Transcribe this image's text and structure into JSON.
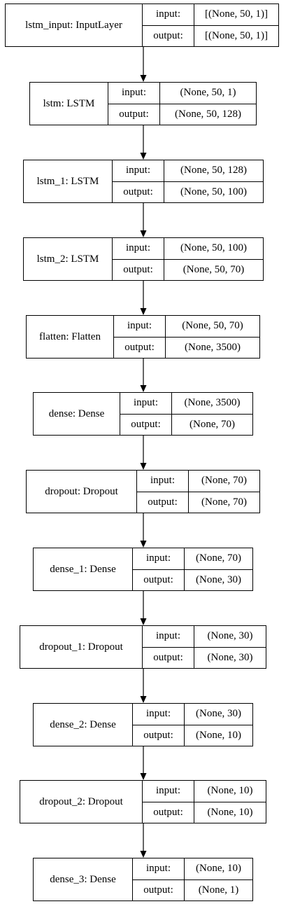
{
  "layers": [
    {
      "name": "lstm_input: InputLayer",
      "input_label": "input:",
      "output_label": "output:",
      "input_shape": "[(None, 50, 1)]",
      "output_shape": "[(None, 50, 1)]"
    },
    {
      "name": "lstm: LSTM",
      "input_label": "input:",
      "output_label": "output:",
      "input_shape": "(None, 50, 1)",
      "output_shape": "(None, 50, 128)"
    },
    {
      "name": "lstm_1: LSTM",
      "input_label": "input:",
      "output_label": "output:",
      "input_shape": "(None, 50, 128)",
      "output_shape": "(None, 50, 100)"
    },
    {
      "name": "lstm_2: LSTM",
      "input_label": "input:",
      "output_label": "output:",
      "input_shape": "(None, 50, 100)",
      "output_shape": "(None, 50, 70)"
    },
    {
      "name": "flatten: Flatten",
      "input_label": "input:",
      "output_label": "output:",
      "input_shape": "(None, 50, 70)",
      "output_shape": "(None, 3500)"
    },
    {
      "name": "dense: Dense",
      "input_label": "input:",
      "output_label": "output:",
      "input_shape": "(None, 3500)",
      "output_shape": "(None, 70)"
    },
    {
      "name": "dropout: Dropout",
      "input_label": "input:",
      "output_label": "output:",
      "input_shape": "(None, 70)",
      "output_shape": "(None, 70)"
    },
    {
      "name": "dense_1: Dense",
      "input_label": "input:",
      "output_label": "output:",
      "input_shape": "(None, 70)",
      "output_shape": "(None, 30)"
    },
    {
      "name": "dropout_1: Dropout",
      "input_label": "input:",
      "output_label": "output:",
      "input_shape": "(None, 30)",
      "output_shape": "(None, 30)"
    },
    {
      "name": "dense_2: Dense",
      "input_label": "input:",
      "output_label": "output:",
      "input_shape": "(None, 30)",
      "output_shape": "(None, 10)"
    },
    {
      "name": "dropout_2: Dropout",
      "input_label": "input:",
      "output_label": "output:",
      "input_shape": "(None, 10)",
      "output_shape": "(None, 10)"
    },
    {
      "name": "dense_3: Dense",
      "input_label": "input:",
      "output_label": "output:",
      "input_shape": "(None, 10)",
      "output_shape": "(None, 1)"
    }
  ]
}
